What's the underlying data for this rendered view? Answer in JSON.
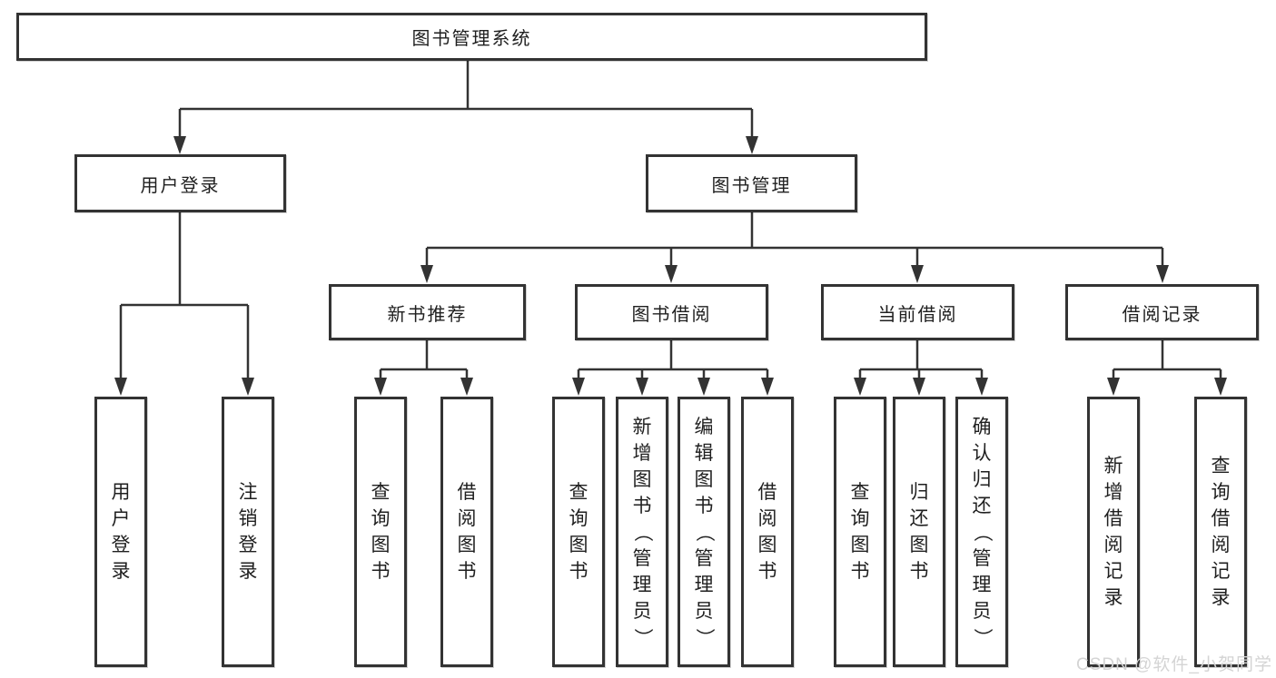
{
  "tree": {
    "root": "图书管理系统",
    "level2": [
      "用户登录",
      "图书管理"
    ],
    "level3": [
      "新书推荐",
      "图书借阅",
      "当前借阅",
      "借阅记录"
    ],
    "leaves": {
      "user_login": [
        "用户登录",
        "注销登录"
      ],
      "new_book": [
        "查询图书",
        "借阅图书"
      ],
      "book_borrow": [
        "查询图书",
        "新增图书（管理员）",
        "编辑图书（管理员）",
        "借阅图书"
      ],
      "current_borrow": [
        "查询图书",
        "归还图书",
        "确认归还（管理员）"
      ],
      "borrow_record": [
        "新增借阅记录",
        "查询借阅记录"
      ]
    }
  },
  "watermark": "CSDN @软件_小贺同学",
  "colors": {
    "line": "#333333",
    "text": "#1f1f1f",
    "watermark": "#d4d4d4",
    "background": "#ffffff"
  }
}
